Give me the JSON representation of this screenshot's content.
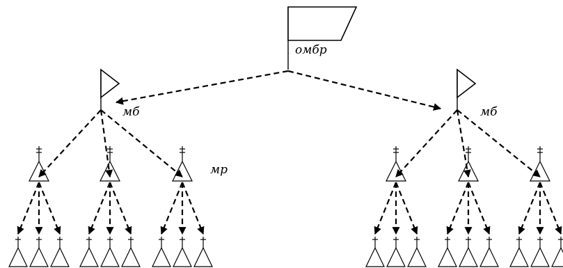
{
  "labels": {
    "brigade": "омбр",
    "battalion_left": "мб",
    "battalion_right": "мб",
    "company": "мр"
  },
  "structure": {
    "brigade_count": 1,
    "battalions": 2,
    "companies_per_battalion": 3,
    "platoons_per_company": 3
  },
  "colors": {
    "line": "#000000",
    "background": "#ffffff"
  }
}
